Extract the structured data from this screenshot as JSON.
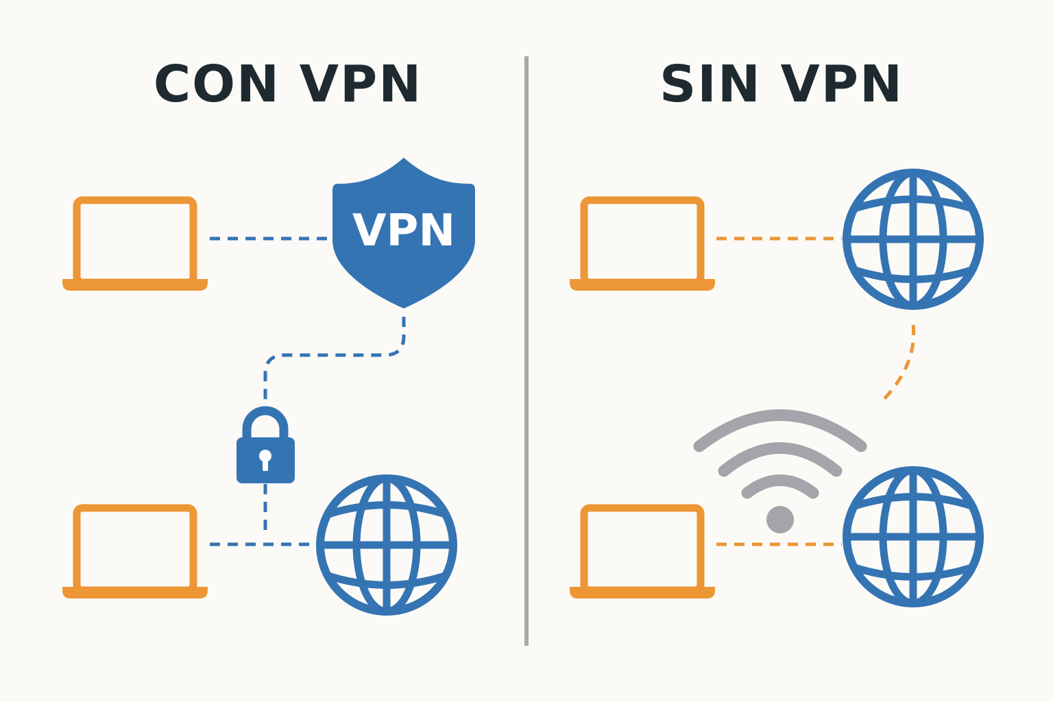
{
  "panels": {
    "left": {
      "title": "CON VPN",
      "shield_label": "VPN"
    },
    "right": {
      "title": "SIN VPN"
    }
  },
  "colors": {
    "background": "#fbfaf7",
    "title": "#1f2a30",
    "laptop": "#ec9636",
    "secure": "#3574b3",
    "insecure": "#ec9636",
    "wifi": "#a4a5aa",
    "divider": "#a9a9ad"
  },
  "icons": [
    "laptop-icon",
    "shield-icon",
    "lock-icon",
    "globe-icon",
    "wifi-icon"
  ]
}
